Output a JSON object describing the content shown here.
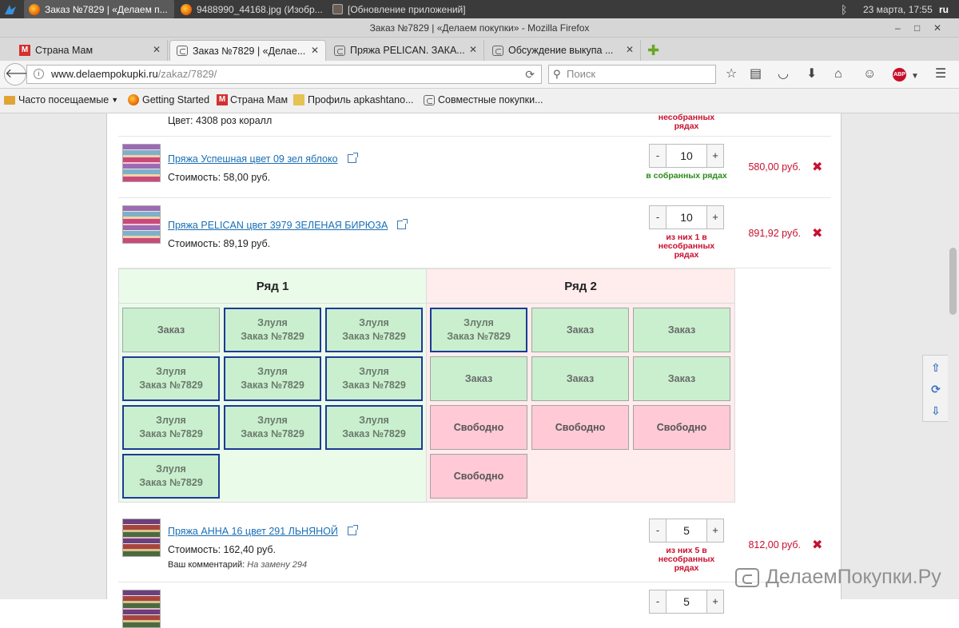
{
  "taskbar": {
    "windows": [
      {
        "label": "Заказ №7829 | «Делаем п...",
        "active": true
      },
      {
        "label": "9488990_44168.jpg (Изобр...",
        "active": false
      },
      {
        "label": "[Обновление приложений]",
        "active": false
      }
    ],
    "keyboard_layout": "ru",
    "datetime": "23 марта, 17:55"
  },
  "window": {
    "title": "Заказ №7829 | «Делаем покупки» - Mozilla Firefox",
    "controls": {
      "minimize": "–",
      "maximize": "□",
      "close": "✕"
    }
  },
  "tabs": [
    {
      "label": "Страна Мам",
      "icon": "m-icon",
      "active": false
    },
    {
      "label": "Заказ №7829 | «Делае...",
      "icon": "site-icon",
      "active": true
    },
    {
      "label": "Пряжа PELICAN. ЗАКА...",
      "icon": "site-icon",
      "active": false
    },
    {
      "label": "Обсуждение выкупа ...",
      "icon": "site-icon",
      "active": false
    }
  ],
  "navbar": {
    "url_domain": "www.delaempokupki.ru",
    "url_path": "/zakaz/7829/",
    "search_placeholder": "Поиск"
  },
  "bookmarks": [
    {
      "label": "Часто посещаемые",
      "icon": "folder-icon"
    },
    {
      "label": "Getting Started",
      "icon": "firefox-icon"
    },
    {
      "label": "Страна Мам",
      "icon": "m-icon"
    },
    {
      "label": "Профиль apkashtano...",
      "icon": "profile-icon"
    },
    {
      "label": "Совместные покупки...",
      "icon": "site-icon"
    }
  ],
  "order": {
    "top_item": {
      "color_text": "Цвет: 4308 роз коралл",
      "status": "несобранных рядах"
    },
    "items": [
      {
        "title": "Пряжа Успешная цвет 09 зел яблоко",
        "cost": "Стоимость: 58,00 руб.",
        "quantity": "10",
        "status": "в собранных рядах",
        "status_color": "#2b8a1a",
        "price": "580,00 руб."
      },
      {
        "title": "Пряжа PELICAN цвет 3979 ЗЕЛЕНАЯ БИРЮЗА",
        "cost": "Стоимость: 89,19 руб.",
        "quantity": "10",
        "status": "из них 1 в несобранных рядах",
        "status_color": "#c8102e",
        "price": "891,92 руб."
      },
      {
        "title": "Пряжа АННА 16 цвет 291 ЛЬНЯНОЙ",
        "cost": "Стоимость: 162,40 руб.",
        "comment_label": "Ваш комментарий:",
        "comment_value": "На замену 294",
        "quantity": "5",
        "status": "из них 5 в несобранных рядах",
        "status_color": "#c8102e",
        "price": "812,00 руб."
      },
      {
        "quantity": "5"
      }
    ],
    "qty_minus": "-",
    "qty_plus": "+",
    "delete_symbol": "✖"
  },
  "rows": [
    {
      "title": "Ряд 1",
      "cells": [
        {
          "line1": "Заказ",
          "line2": "",
          "state": "ordered"
        },
        {
          "line1": "Злуля",
          "line2": "Заказ №7829",
          "state": "mine"
        },
        {
          "line1": "Злуля",
          "line2": "Заказ №7829",
          "state": "mine"
        },
        {
          "line1": "Злуля",
          "line2": "Заказ №7829",
          "state": "mine"
        },
        {
          "line1": "Злуля",
          "line2": "Заказ №7829",
          "state": "mine"
        },
        {
          "line1": "Злуля",
          "line2": "Заказ №7829",
          "state": "mine"
        },
        {
          "line1": "Злуля",
          "line2": "Заказ №7829",
          "state": "mine"
        },
        {
          "line1": "Злуля",
          "line2": "Заказ №7829",
          "state": "mine"
        },
        {
          "line1": "Злуля",
          "line2": "Заказ №7829",
          "state": "mine"
        },
        {
          "line1": "Злуля",
          "line2": "Заказ №7829",
          "state": "mine"
        }
      ]
    },
    {
      "title": "Ряд 2",
      "cells": [
        {
          "line1": "Злуля",
          "line2": "Заказ №7829",
          "state": "mine"
        },
        {
          "line1": "Заказ",
          "line2": "",
          "state": "ordered"
        },
        {
          "line1": "Заказ",
          "line2": "",
          "state": "ordered"
        },
        {
          "line1": "Заказ",
          "line2": "",
          "state": "ordered"
        },
        {
          "line1": "Заказ",
          "line2": "",
          "state": "ordered"
        },
        {
          "line1": "Заказ",
          "line2": "",
          "state": "ordered"
        },
        {
          "line1": "Свободно",
          "line2": "",
          "state": "free"
        },
        {
          "line1": "Свободно",
          "line2": "",
          "state": "free"
        },
        {
          "line1": "Свободно",
          "line2": "",
          "state": "free"
        },
        {
          "line1": "Свободно",
          "line2": "",
          "state": "free"
        }
      ]
    }
  ],
  "side_controls": {
    "up": "⇧",
    "refresh": "⟳",
    "down": "⇩"
  },
  "watermark": "ДелаемПокупки.Ру",
  "colors": {
    "accent_red": "#c8102e",
    "accent_green": "#2b8a1a",
    "mine_border": "#1c3a96",
    "free_cell": "#ffc9d6",
    "ordered_cell": "#c9efcf"
  }
}
